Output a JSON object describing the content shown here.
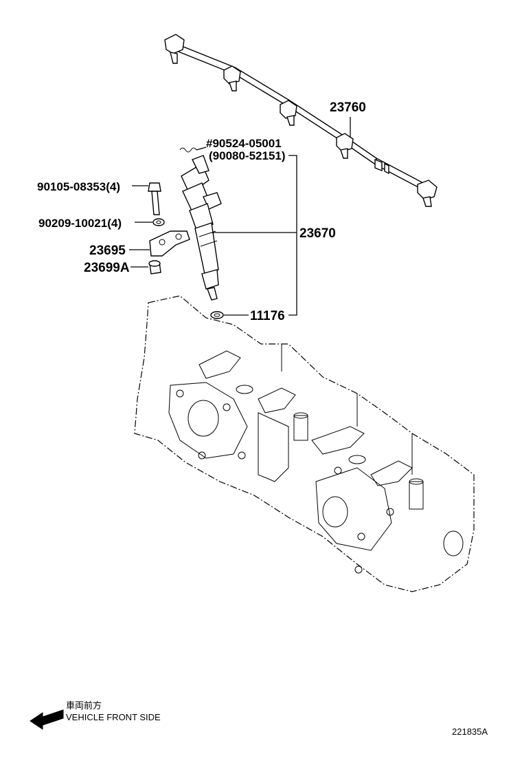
{
  "labels": {
    "fuel_rail": "23760",
    "gasket_alt1": "#90524-05001",
    "gasket_alt2": "(90080-52151)",
    "bolt": "90105-08353(4)",
    "washer": "90209-10021(4)",
    "clamp": "23695",
    "collar": "23699A",
    "injector": "23670",
    "seal_ring": "11176"
  },
  "direction": {
    "jp_text": "車両前方",
    "en_text": "VEHICLE FRONT SIDE"
  },
  "diagram_code": "221835A",
  "icons": [
    "arrow-left-icon"
  ]
}
